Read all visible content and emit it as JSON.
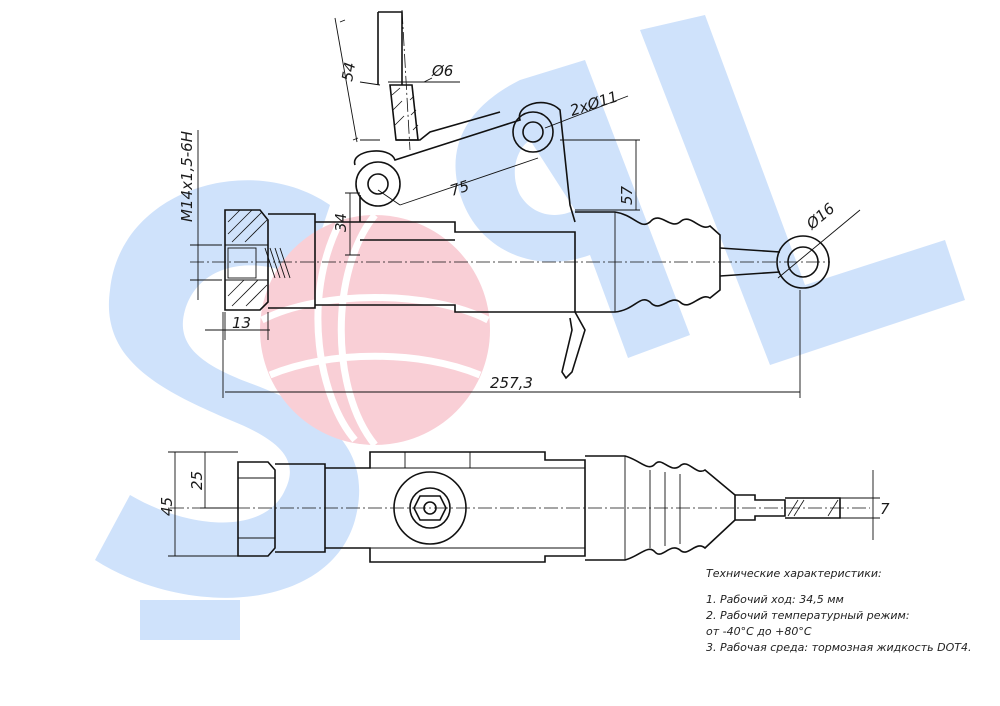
{
  "dimensions": {
    "d54": "54",
    "d6": "Ø6",
    "d2x11": "2xØ11",
    "d75": "75",
    "d57": "57",
    "d34": "34",
    "d16": "Ø16",
    "thread": "M14x1,5-6H",
    "d13": "13",
    "d257": "257,3",
    "d45": "45",
    "d25": "25",
    "d7": "7"
  },
  "notes": {
    "title": "Технические характеристики:",
    "line1": "1. Рабочий ход: 34,5 мм",
    "line2": "2. Рабочий температурный режим:",
    "line3": "от -40°С до +80°С",
    "line4": "3. Рабочая среда: тормозная жидкость DOT4."
  },
  "watermark": {
    "text": "SPRL",
    "blue": "#cfe2fb",
    "pink": "#f9cfd6"
  },
  "colors": {
    "line": "#111111"
  }
}
